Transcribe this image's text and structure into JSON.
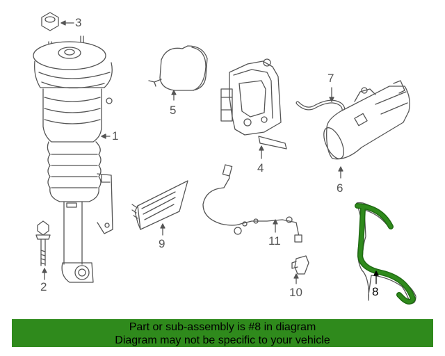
{
  "diagram": {
    "callouts": [
      {
        "id": "1",
        "label": "1"
      },
      {
        "id": "2",
        "label": "2"
      },
      {
        "id": "3",
        "label": "3"
      },
      {
        "id": "4",
        "label": "4"
      },
      {
        "id": "5",
        "label": "5"
      },
      {
        "id": "6",
        "label": "6"
      },
      {
        "id": "7",
        "label": "7"
      },
      {
        "id": "8",
        "label": "8"
      },
      {
        "id": "9",
        "label": "9"
      },
      {
        "id": "10",
        "label": "10"
      },
      {
        "id": "11",
        "label": "11"
      }
    ],
    "highlighted_part": "8",
    "colors": {
      "line_art": "#555555",
      "highlight_stroke": "#1f6b12",
      "highlight_fill": "#2f8a1c",
      "banner": "#2f8a1c"
    }
  },
  "banner": {
    "line1": "Part or sub-assembly is #8 in diagram",
    "line2": "Diagram may not be specific to your vehicle"
  }
}
